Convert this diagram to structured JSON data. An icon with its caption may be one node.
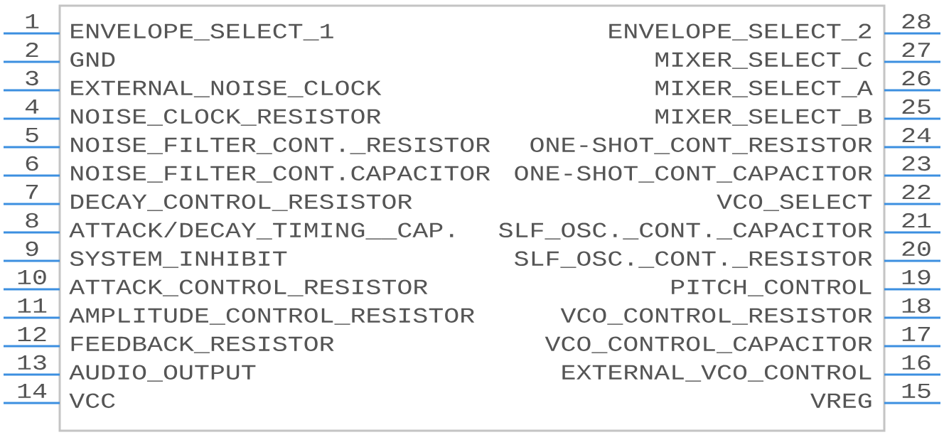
{
  "diagram": {
    "nodes": [
      {
        "text": [],
        "shape": "box"
      }
    ],
    "labels": [
      "1",
      "28",
      "ENVELOPE_SELECT_1",
      "ENVELOPE_SELECT_2",
      "2",
      "27",
      "GND",
      "MIXER_SELECT_C",
      "3",
      "26",
      "EXTERNAL_NOISE_CLOCK",
      "MIXER_SELECT_A",
      "4",
      "25",
      "NOISE_CLOCK_RESISTOR",
      "MIXER_SELECT_B",
      "5",
      "24",
      "NOISE_FILTER_CONT._RESISTOR",
      "ONE-SHOT_CONT_RESISTOR",
      "6",
      "23",
      "NOISE_FILTER_CONT.CAPACITOR",
      "ONE-SHOT_CONT_CAPACITOR",
      "7",
      "22",
      "DECAY_CONTROL_RESISTOR",
      "VCO_SELECT",
      "8",
      "21",
      "ATTACK/DECAY_TIMING__CAP.",
      "SLF_OSC._CONT._CAPACITOR",
      "9",
      "20",
      "SYSTEM_INHIBIT",
      "SLF_OSC._CONT._RESISTOR",
      "10",
      "19",
      "ATTACK_CONTROL_RESISTOR",
      "PITCH_CONTROL",
      "11",
      "18",
      "AMPLITUDE_CONTROL_RESISTOR",
      "VCO_CONTROL_RESISTOR",
      "12",
      "17",
      "FEEDBACK_RESISTOR",
      "VCO_CONTROL_CAPACITOR",
      "13",
      "16",
      "AUDIO_OUTPUT",
      "EXTERNAL_VCO_CONTROL",
      "14",
      "15",
      "VCC",
      "VREG"
    ]
  }
}
